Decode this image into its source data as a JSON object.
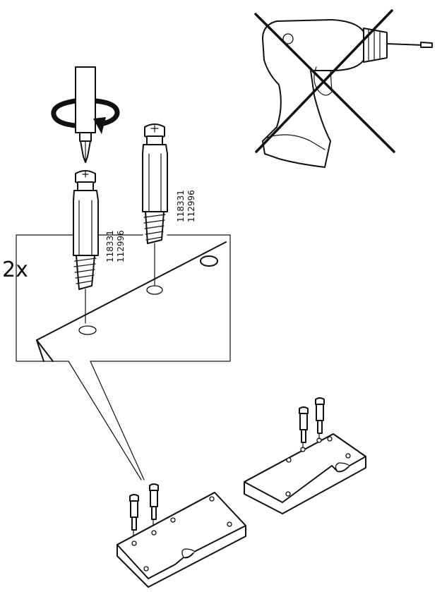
{
  "quantity_label": "2x",
  "part_numbers": {
    "left": [
      "118331",
      "112996"
    ],
    "right": [
      "118331",
      "112996"
    ]
  },
  "icons": {
    "no_drill": "no-power-drill-icon",
    "screwdriver": "manual-screwdriver-icon",
    "rotation": "rotate-clockwise-arrow-icon"
  },
  "colors": {
    "line": "#111111",
    "background": "#ffffff"
  }
}
